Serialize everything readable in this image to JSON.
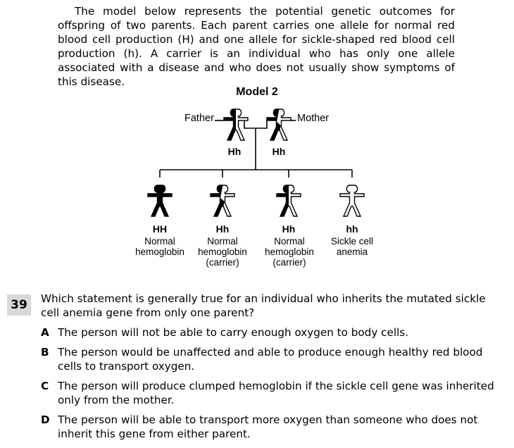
{
  "passage": "The model below represents the potential genetic outcomes for offspring of two parents. Each parent carries one allele for normal red blood cell production (H) and one allele for sickle-shaped red blood cell production (h). A carrier is an individual who has only one allele associated with a disease and who does not usually show symptoms of this disease.",
  "model": {
    "title": "Model 2",
    "father": {
      "label": "Father",
      "genotype": "Hh"
    },
    "mother": {
      "label": "Mother",
      "genotype": "Hh"
    },
    "offspring": [
      {
        "genotype": "HH",
        "line1": "Normal",
        "line2": "hemoglobin",
        "line3": ""
      },
      {
        "genotype": "Hh",
        "line1": "Normal",
        "line2": "hemoglobin",
        "line3": "(carrier)"
      },
      {
        "genotype": "Hh",
        "line1": "Normal",
        "line2": "hemoglobin",
        "line3": "(carrier)"
      },
      {
        "genotype": "hh",
        "line1": "Sickle cell",
        "line2": "anemia",
        "line3": ""
      }
    ]
  },
  "question": {
    "number": "39",
    "stem": "Which statement is generally true for an individual who inherits the mutated sickle cell anemia gene from only one parent?",
    "options": [
      {
        "letter": "A",
        "text": "The person will not be able to carry enough oxygen to body cells."
      },
      {
        "letter": "B",
        "text": "The person would be unaffected and able to produce enough healthy red blood cells to transport oxygen."
      },
      {
        "letter": "C",
        "text": "The person will produce clumped hemoglobin if the sickle cell gene was inherited only from the mother."
      },
      {
        "letter": "D",
        "text": "The person will be able to transport more oxygen than someone who does not inherit this gene from either parent."
      }
    ]
  }
}
